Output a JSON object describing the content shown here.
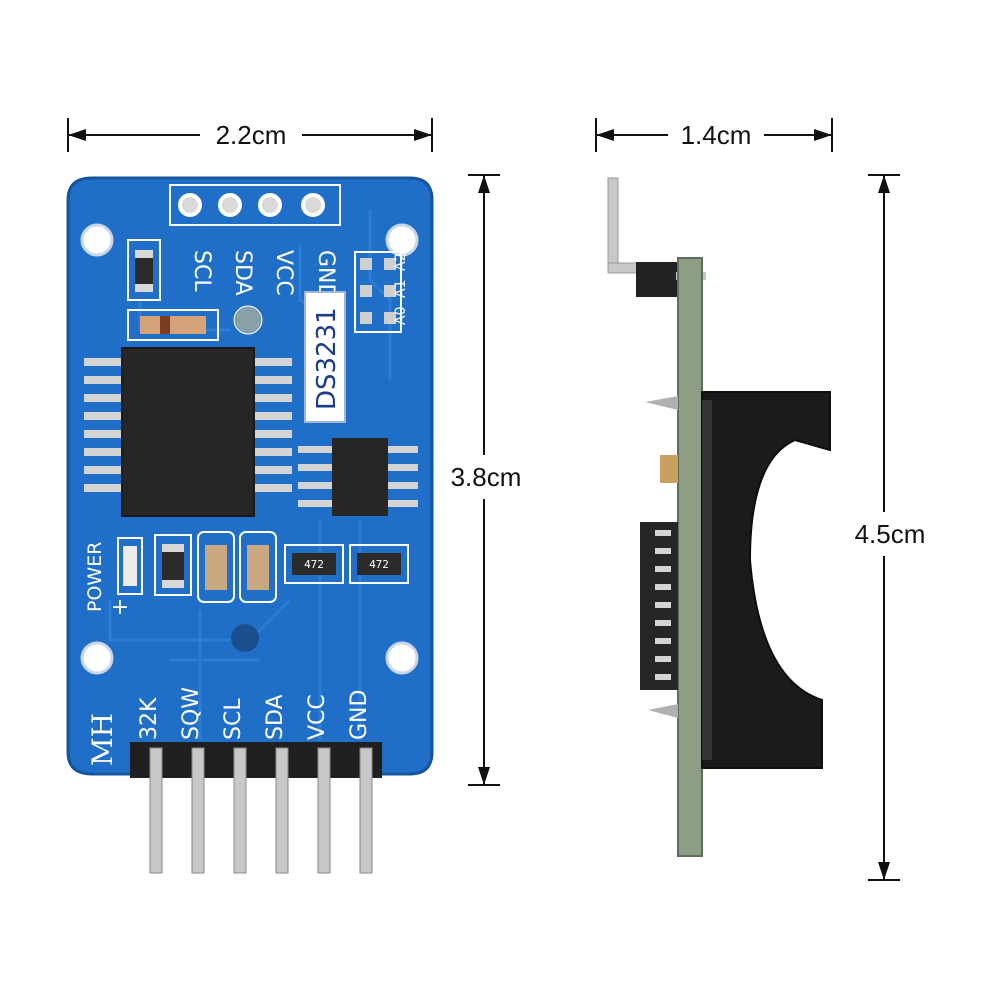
{
  "dimensions": {
    "front_width": "2.2cm",
    "front_height": "3.8cm",
    "side_width": "1.4cm",
    "side_height": "4.5cm"
  },
  "board": {
    "chip_label": "DS3231",
    "top_header_labels": [
      "SCL",
      "SDA",
      "VCC",
      "GND"
    ],
    "address_labels": [
      "A0",
      "A1",
      "A2"
    ],
    "bottom_header_labels": [
      "32K",
      "SQW",
      "SCL",
      "SDA",
      "VCC",
      "GND"
    ],
    "power_label": "POWER",
    "plus_label": "+",
    "resistor_code": "472",
    "logo_text": "MH"
  },
  "colors": {
    "pcb": "#1f6fc8",
    "pcb_dark": "#17549e",
    "silkscreen": "#ffffff",
    "chip": "#262626",
    "pin_metal": "#c8c8c8",
    "battery_holder": "#1b1b1b"
  }
}
